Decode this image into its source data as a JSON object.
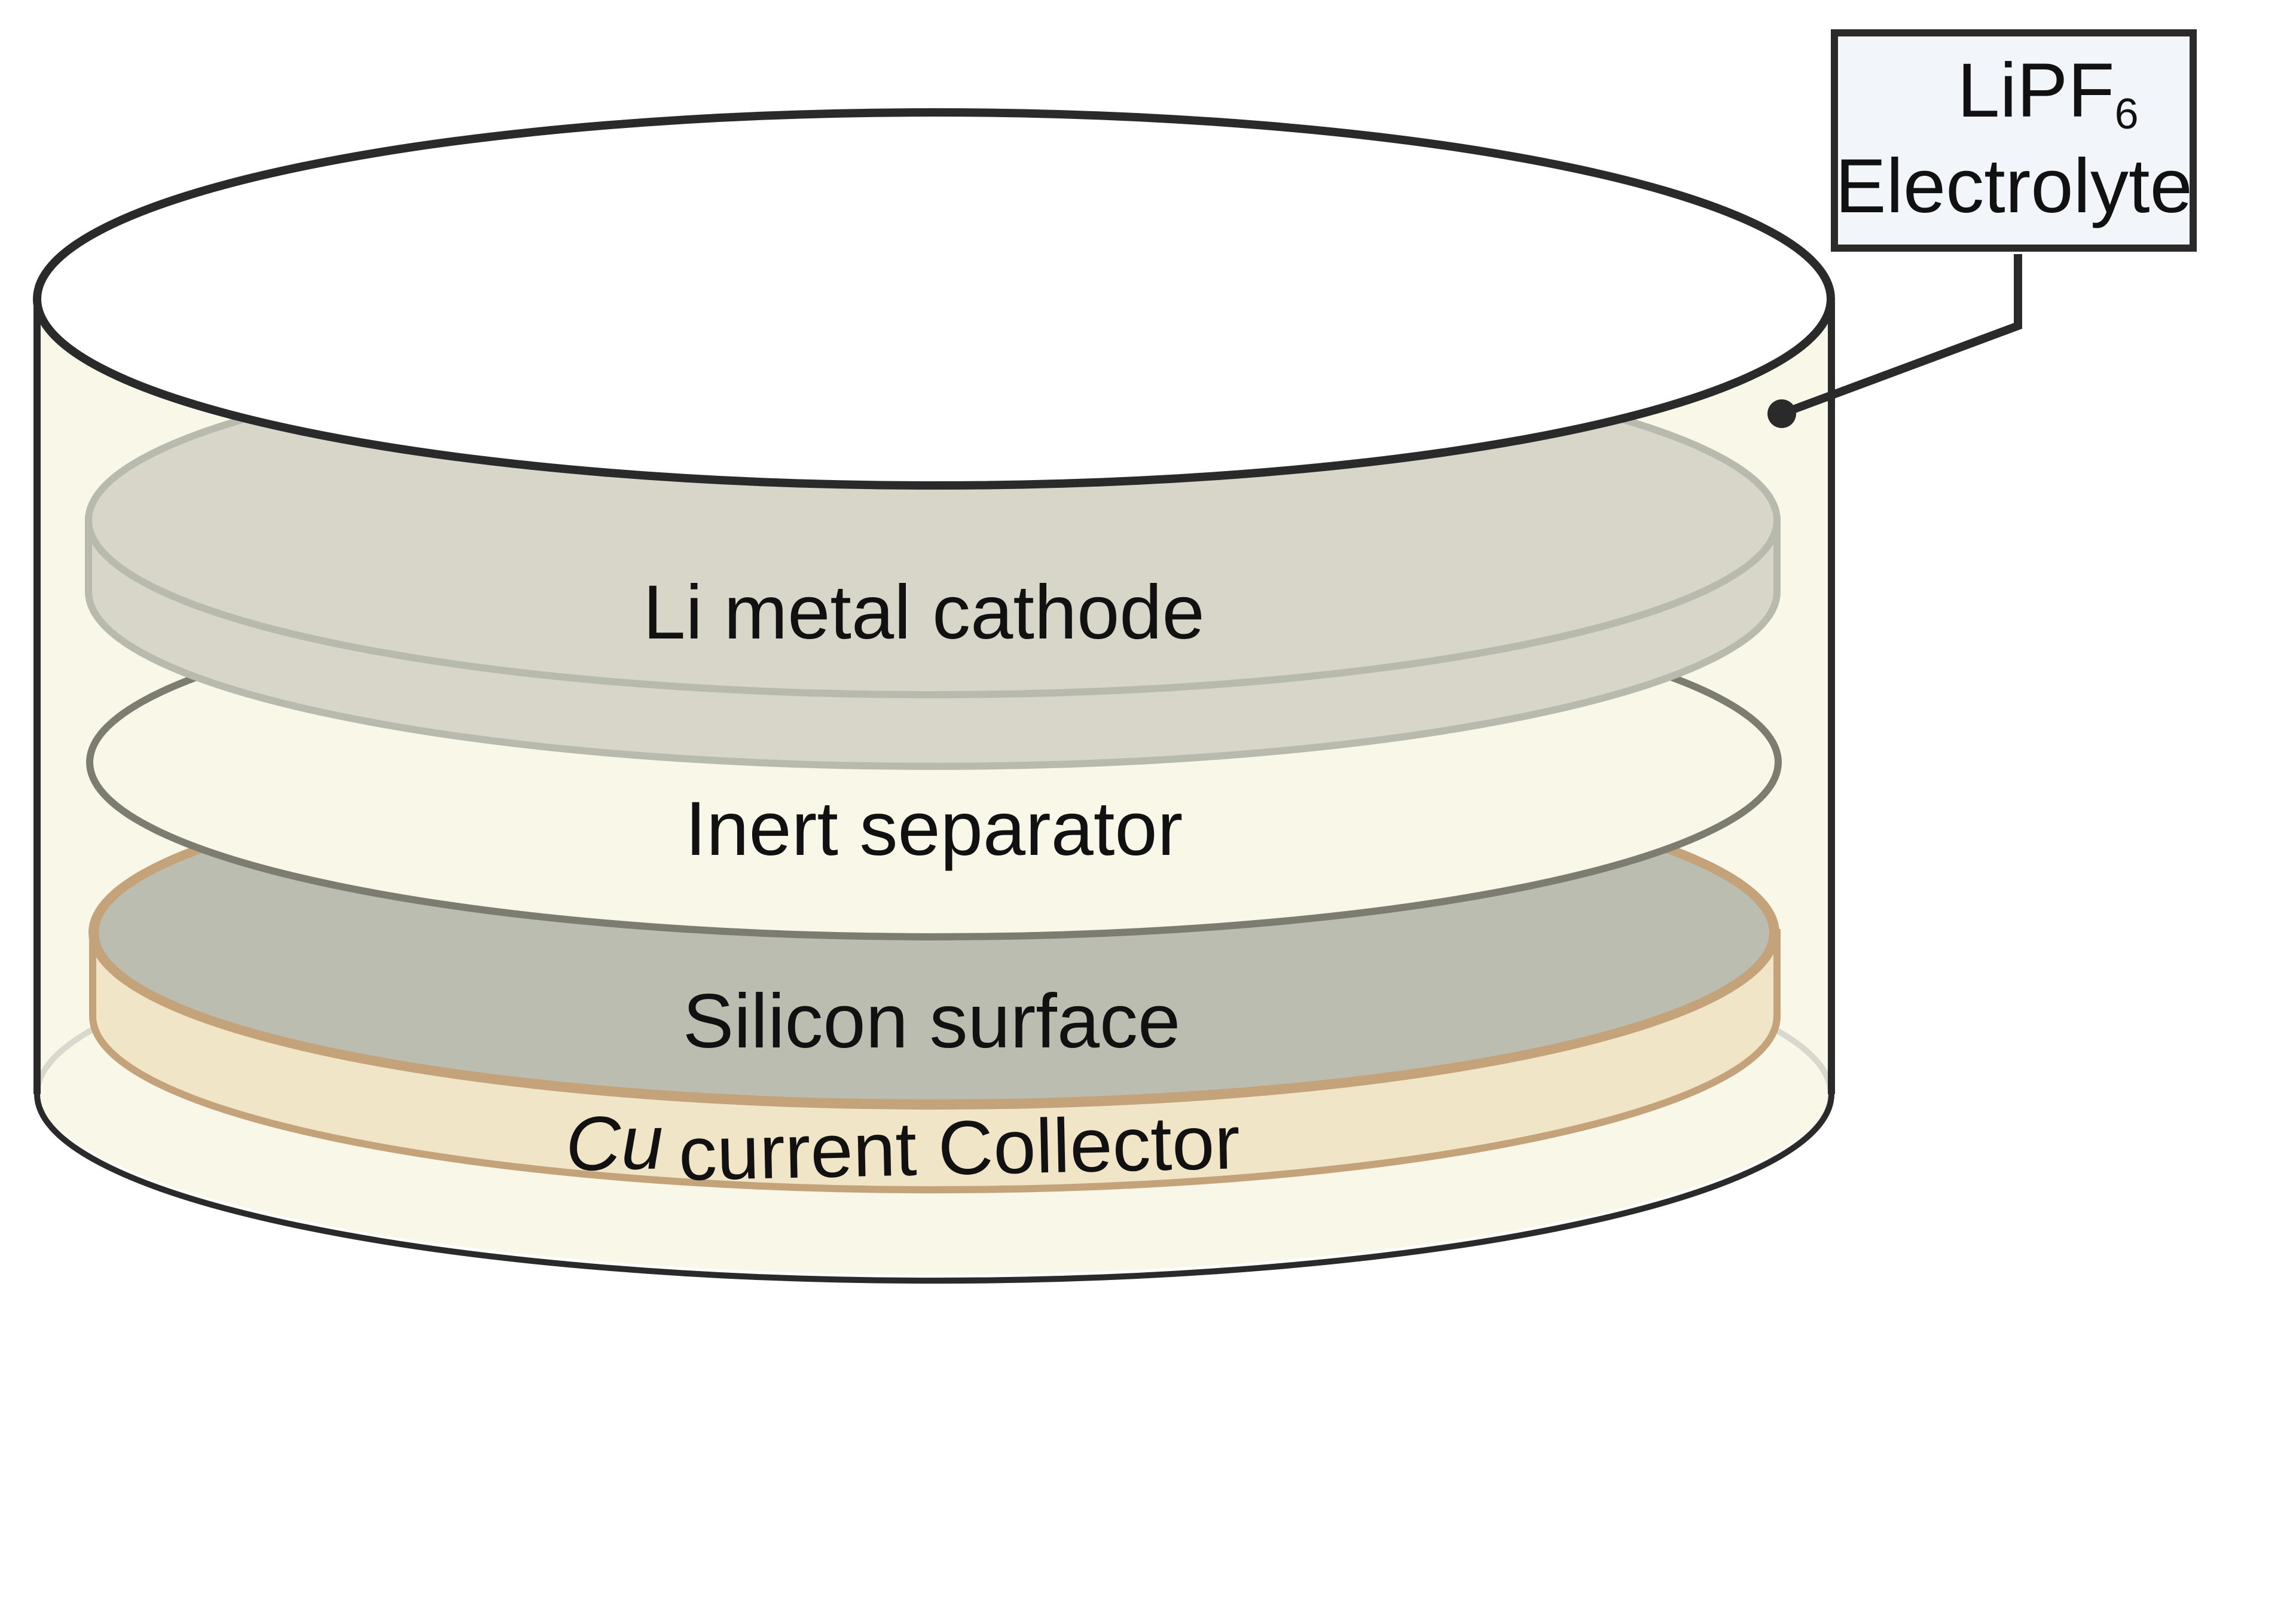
{
  "layers": {
    "cathode": "Li metal cathode",
    "separator": "Inert separator",
    "silicon": "Silicon surface",
    "collector_prefix": "Cu",
    "collector_rest": "current Collector"
  },
  "callout": {
    "formula_base": "LiPF",
    "formula_sub": "6",
    "line2": "Electrolyte"
  },
  "colors": {
    "electrolyte_fill": "#f8f7e8",
    "outline": "#2a2a2a",
    "cathode_fill": "#d7d6c9",
    "cathode_stroke": "#b9baae",
    "separator_stroke": "#7c7d70",
    "silicon_fill": "#bbbdb0",
    "collector_fill": "#f1e5c8",
    "collector_stroke": "#c4a27a",
    "callout_fill": "#f2f5fa"
  }
}
